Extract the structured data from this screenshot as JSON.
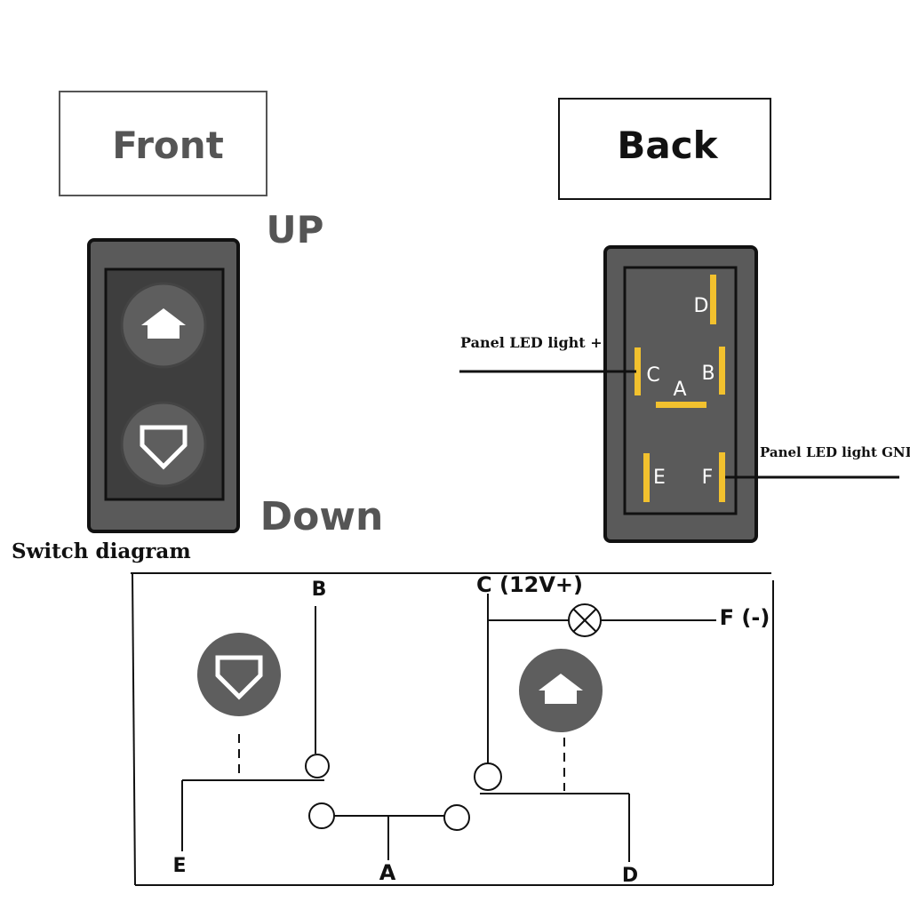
{
  "front": {
    "title": "Front",
    "up_label": "UP",
    "down_label": "Down",
    "up_icon": "up-arrow-icon",
    "down_icon": "down-arrow-icon"
  },
  "back": {
    "title": "Back",
    "terminals": {
      "a": "A",
      "b": "B",
      "c": "C",
      "d": "D",
      "e": "E",
      "f": "F"
    },
    "led_plus_label": "Panel LED light +",
    "led_gnd_label": "Panel LED light GND-"
  },
  "schematic": {
    "title": "Switch diagram",
    "b": "B",
    "c": "C (12V+)",
    "f": "F (-)",
    "e": "E",
    "a": "A",
    "d": "D",
    "lamp_icon": "lamp-icon"
  },
  "colors": {
    "switch_body": "#5a5a5a",
    "switch_face": "#3e3e3e",
    "button": "#5e5e5e",
    "terminal": "#f2c12e",
    "text_dark": "#111111",
    "text_gray": "#555555"
  }
}
